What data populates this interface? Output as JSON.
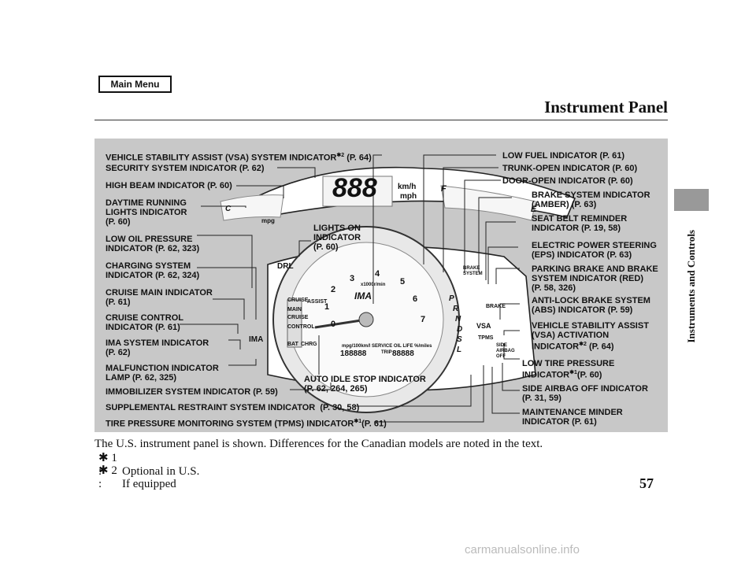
{
  "nav": {
    "main_menu": "Main Menu"
  },
  "page": {
    "title": "Instrument Panel",
    "section": "Instruments and Controls",
    "number": "57"
  },
  "labels_left": [
    "VEHICLE STABILITY ASSIST (VSA) SYSTEM INDICATOR",
    "SECURITY SYSTEM INDICATOR (P. 62)",
    "HIGH BEAM INDICATOR (P. 60)",
    "DAYTIME RUNNING\nLIGHTS INDICATOR\n(P. 60)",
    "LOW OIL PRESSURE\nINDICATOR (P. 62, 323)",
    "CHARGING SYSTEM\nINDICATOR (P. 62, 324)",
    "CRUISE MAIN INDICATOR\n(P. 61)",
    "CRUISE CONTROL\nINDICATOR (P. 61)",
    "IMA SYSTEM INDICATOR\n(P. 62)",
    "MALFUNCTION INDICATOR\nLAMP (P. 62, 325)",
    "IMMOBILIZER SYSTEM INDICATOR (P. 59)",
    "SUPPLEMENTAL RESTRAINT SYSTEM INDICATOR  (P. 30, 58)",
    "TIRE PRESSURE MONITORING SYSTEM (TPMS) INDICATOR"
  ],
  "labels_left_refs": {
    "vsa": "(P. 64)",
    "tpms": "(P. 61)",
    "vsa_mark": "2",
    "tpms_mark": "1"
  },
  "labels_right": [
    "LOW FUEL INDICATOR (P. 61)",
    "TRUNK-OPEN INDICATOR (P. 60)",
    "DOOR-OPEN INDICATOR (P. 60)",
    "BRAKE SYSTEM INDICATOR\n(AMBER) (P. 63)",
    "SEAT BELT REMINDER\nINDICATOR (P. 19, 58)",
    "ELECTRIC POWER STEERING\n(EPS) INDICATOR (P. 63)",
    "PARKING BRAKE AND BRAKE\nSYSTEM INDICATOR (RED)\n(P. 58, 326)",
    "ANTI-LOCK BRAKE SYSTEM\n(ABS) INDICATOR (P. 59)",
    "VEHICLE STABILITY ASSIST\n(VSA) ACTIVATION",
    "LOW TIRE PRESSURE",
    "SIDE AIRBAG OFF INDICATOR\n(P. 31, 59)",
    "MAINTENANCE MINDER\nINDICATOR (P. 61)"
  ],
  "labels_right_extra": {
    "vsa_ind": "INDICATOR",
    "vsa_ref": "(P. 64)",
    "vsa_mark": "2",
    "tire_ind": "INDICATOR",
    "tire_ref": "(P. 60)",
    "tire_mark": "1"
  },
  "labels_center": {
    "lights_on": "LIGHTS ON\nINDICATOR\n(P. 60)",
    "auto_idle": "AUTO IDLE STOP INDICATOR\n(P. 62, 264, 265)"
  },
  "cluster": {
    "speed_digits": "888",
    "speed_unit_top": "km/h",
    "speed_unit_bottom": "mph",
    "odo": "188888",
    "trip": "88888",
    "tach_numbers": [
      "0",
      "1",
      "2",
      "3",
      "4",
      "5",
      "6",
      "7"
    ],
    "tach_unit": "x1000r/min",
    "gears": [
      "P",
      "R",
      "N",
      "D",
      "S",
      "L"
    ],
    "ima": "IMA",
    "drl": "DRL",
    "vsa": "VSA",
    "tpms": "TPMS",
    "brake": "BRAKE",
    "brake_system": "BRAKE\nSYSTEM",
    "side_airbag": "SIDE\nAIRBAG\nOFF",
    "fuel_f": "F",
    "fuel_e": "E",
    "temp_c": "C",
    "assist": "ASSIST",
    "charge": "CHRG",
    "bat": "BAT",
    "trip_label": "TRIP",
    "mpg": "mpg",
    "service_line": "mpg/100km/l SERVICE OIL LIFE %/miles",
    "cruise_main": "CRUISE\nMAIN",
    "cruise_control": "CRUISE\nCONTROL"
  },
  "footer": {
    "caption": "The U.S. instrument panel is shown. Differences for the Canadian models are noted in the text.",
    "note1_mark": "✱ 1 :",
    "note1_text": "Optional in U.S.",
    "note2_mark": "✱ 2 :",
    "note2_text": "If equipped"
  },
  "watermark": "carmanualsonline.info"
}
